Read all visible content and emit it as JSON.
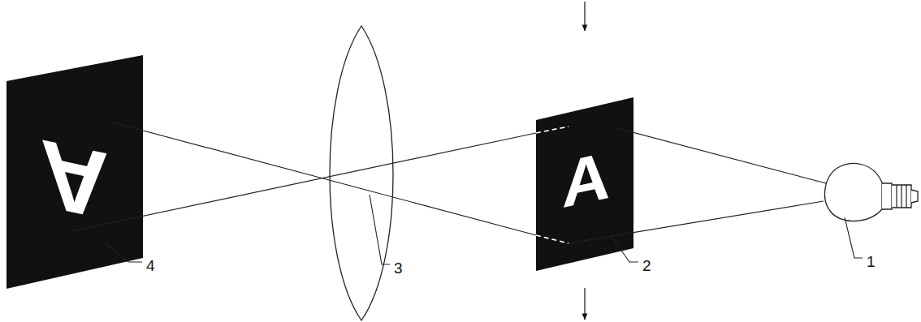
{
  "diagram": {
    "labels": [
      "A",
      "A",
      "1",
      "2",
      "3",
      "4"
    ]
  }
}
